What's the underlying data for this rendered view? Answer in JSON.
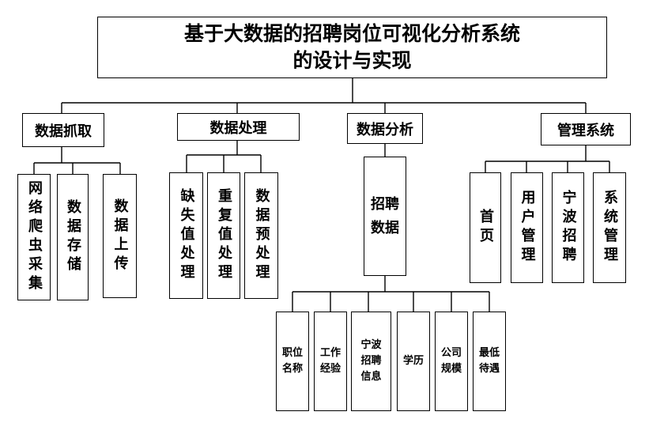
{
  "title": {
    "line1": "基于大数据的招聘岗位可视化分析系统",
    "line2": "的设计与实现"
  },
  "modules": [
    {
      "label": "数据抓取",
      "children": [
        "网络爬虫采集",
        "数据存储",
        "数据上传"
      ]
    },
    {
      "label": "数据处理",
      "children": [
        "缺失值处理",
        "重复值处理",
        "数据预处理"
      ]
    },
    {
      "label": "数据分析",
      "children": [
        "招聘数据"
      ]
    },
    {
      "label": "管理系统",
      "children": [
        "首页",
        "用户管理",
        "宁波招聘",
        "系统管理"
      ]
    }
  ],
  "recruit_fields": [
    "职位名称",
    "工作经验",
    "宁波招聘信息",
    "学历",
    "公司规模",
    "最低待遇"
  ]
}
